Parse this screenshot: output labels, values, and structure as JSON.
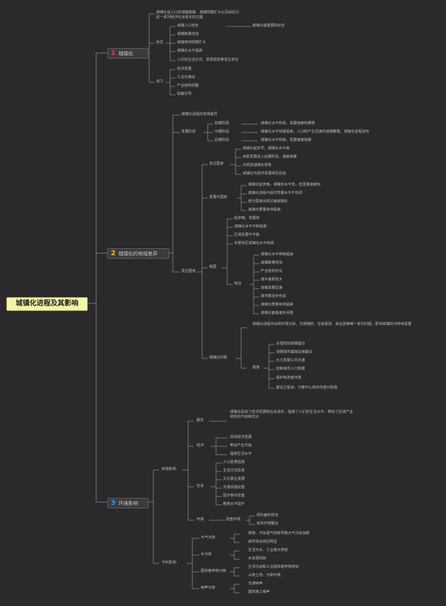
{
  "colors": {
    "background": "#2a2a2c",
    "line": "#8a8a8a",
    "root_fill": "#f4f5a6",
    "badge_1": "#e0353a",
    "badge_2": "#f0b428",
    "badge_3": "#2b9be6"
  },
  "root": {
    "title": "城镇化进程及其影响"
  },
  "branch1": {
    "badge": "1",
    "title": "城镇化",
    "definition": "城镇化是人口向城镇集聚、城镇规模扩大以及由此引起一系列经济社会变化的过程",
    "marks_label": "标志",
    "marks": [
      "城镇人口增长",
      "城镇数量增加",
      "城镇用地规模扩大",
      "城镇化水平提高",
      "人们的生活方式、思想观念等发生变化"
    ],
    "marks_note": "城镇化最重要的标志",
    "causes_label": "动力",
    "causes": [
      "经济发展",
      "工业化推动",
      "产业结构调整",
      "政策引导"
    ]
  },
  "branch2": {
    "badge": "2",
    "title": "城镇化的地域差异",
    "intro": "城镇化进程的地域差异",
    "process_label": "发展阶段",
    "stages": [
      {
        "name": "初期阶段",
        "desc": "城镇化水平较低，发展速度较缓慢"
      },
      {
        "name": "中期阶段",
        "desc": "城镇化水平快速提高，人口和产业迅速向城镇聚集，城镇化进程加快"
      },
      {
        "name": "后期阶段",
        "desc": "城镇化水平较高，发展速度趋缓"
      }
    ],
    "dev_label": "发达国家",
    "dev_features": [
      "城镇化起步早，城镇化水平高",
      "目前发展进入后期阶段，速度放缓",
      "出现逆城镇化现象",
      "城镇化与经济发展相互促进"
    ],
    "developing_label": "发展中国家",
    "developing_features": [
      "城镇化起步晚，城镇化水平低，但发展速度快",
      "城镇化进程与经济发展水平不协调",
      "部分国家出现过度城镇化",
      "城镇化质量有待提高"
    ],
    "china_label": "我国",
    "china_features": [
      "起步晚，发展快",
      "城镇化水平不断提高",
      "区域发展不平衡",
      "东部地区城镇化水平较高"
    ],
    "china_sub_label": "特点",
    "china_sub": [
      "城镇化水平持续提高",
      "城镇数量增加",
      "产业结构优化",
      "城乡差距较大",
      "城镇发展迅速",
      "城市群逐步形成",
      "城镇化质量有待提高",
      "城镇化面临诸多问题"
    ],
    "problems_label": "城镇化问题",
    "problems_text": "城镇化进程中出现环境污染、交通拥挤、住房紧张、就业困难等一系列问题，影响城镇的可持续发展",
    "measures_label": "措施",
    "measures": [
      "合理规划城镇建设",
      "加强城市基础设施建设",
      "大力发展公共交通",
      "控制城市人口规模",
      "保护和改善环境",
      "建设卫星城，分散中心城市的部分职能"
    ]
  },
  "branch3": {
    "badge": "3",
    "title": "环境影响",
    "positive_label": "积极影响",
    "summary_label": "概念",
    "summary": "城镇化促进了经济发展和社会进步，提高了人们的生活水平，带动了区域产业结构的升级和优化",
    "eco_label": "经济",
    "eco": [
      "促进经济发展",
      "带动产业升级",
      "提高生活水平"
    ],
    "social_label": "社会",
    "social": [
      "人口素质提高",
      "生活方式改变",
      "文化事业发展",
      "交通设施完善",
      "医疗条件改善",
      "教育水平提升"
    ],
    "env_label": "环境",
    "env_tag": "改善环境",
    "env": [
      "绿化面积增加",
      "城市环境整治"
    ],
    "negative_label": "不利影响",
    "neg_groups": [
      {
        "label": "大气污染",
        "items": [
          "燃煤、汽车尾气排放导致大气污染加剧",
          "城市热岛效应明显"
        ]
      },
      {
        "label": "水污染",
        "items": [
          "生活污水、工业废水排放",
          "水资源短缺"
        ]
      },
      {
        "label": "固体废弃物污染",
        "items": [
          "生活垃圾和工业固体废弃物增加",
          "占用土地，污染环境"
        ]
      },
      {
        "label": "噪声污染",
        "items": [
          "交通噪声",
          "建筑施工噪声"
        ]
      }
    ]
  }
}
